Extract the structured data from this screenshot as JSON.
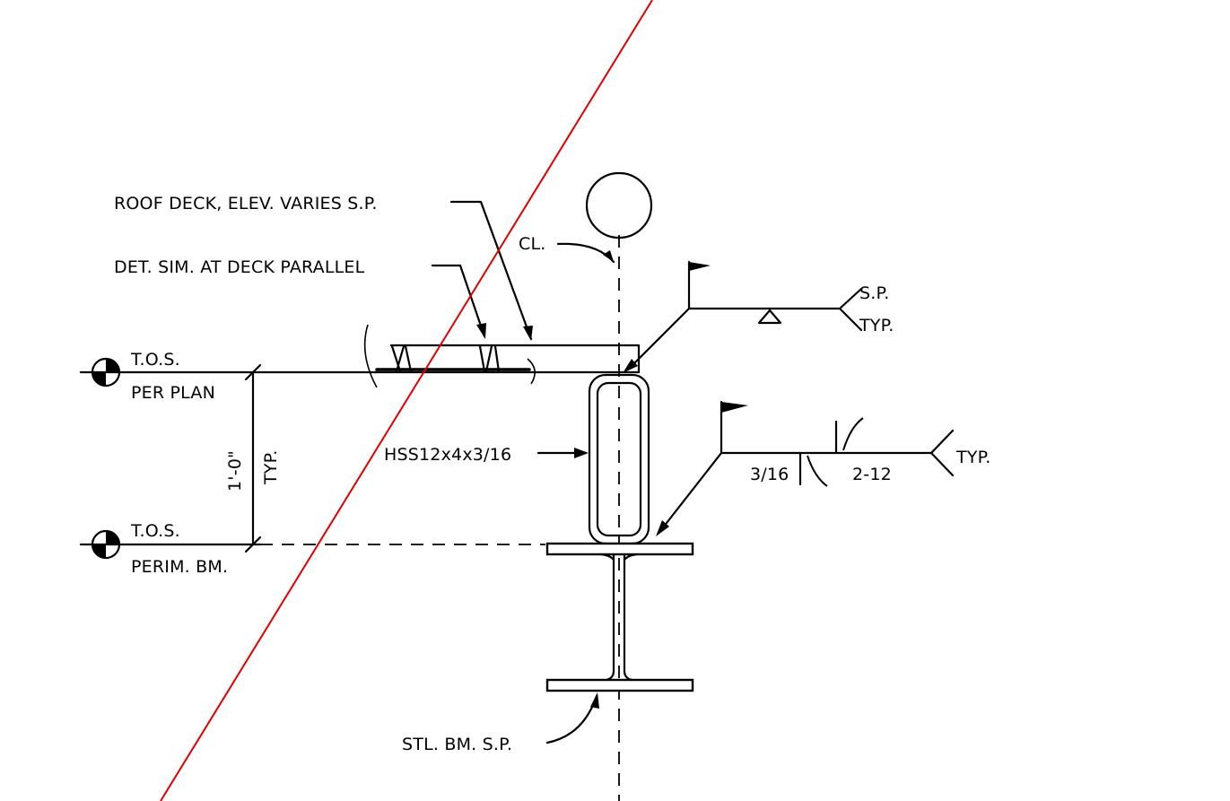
{
  "labels": {
    "roof_deck": "ROOF DECK, ELEV. VARIES S.P.",
    "det_sim": "DET. SIM. AT DECK PARALLEL",
    "centerline": "CL.",
    "tos_top_line1": "T.O.S.",
    "tos_top_line2": "PER PLAN",
    "tos_bottom_line1": "T.O.S.",
    "tos_bottom_line2": "PERIM. BM.",
    "dimension": "1'-0\"",
    "dimension_typ": "TYP.",
    "hss": "HSS12x4x3/16",
    "steel_beam": "STL. BM. S.P.",
    "weld_top_tail_1": "S.P.",
    "weld_top_tail_2": "TYP.",
    "weld_bottom_size": "3/16",
    "weld_bottom_length": "2-12",
    "weld_bottom_tail": "TYP."
  },
  "colors": {
    "linework": "#000000",
    "markup_line": "#e00000",
    "background": "#ffffff"
  }
}
